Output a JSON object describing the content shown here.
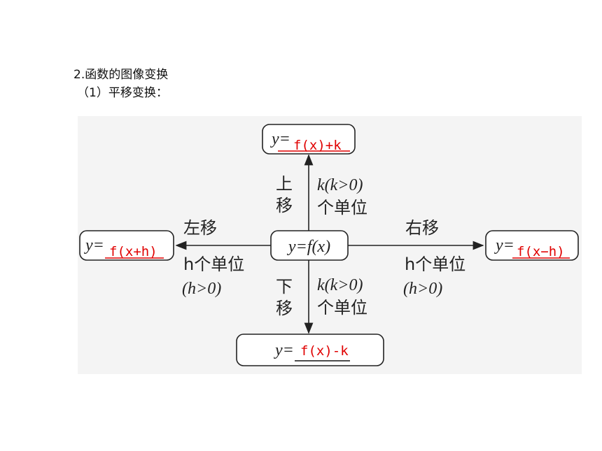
{
  "heading": "2.函数的图像变换",
  "subheading": "（1）平移变换：",
  "center": "y=f(x)",
  "prefix": "y=",
  "answers": {
    "up": "f(x)+k",
    "left": "f(x+h)",
    "right": "f(x−h)",
    "down": "f(x)-k"
  },
  "labels": {
    "up_dir": [
      "上",
      "移"
    ],
    "up_amount": "k(k>0)",
    "up_unit": "个单位",
    "down_dir": [
      "下",
      "移"
    ],
    "down_amount": "k(k>0)",
    "down_unit": "个单位",
    "left_dir": "左移",
    "left_amount": "h个单位",
    "left_cond": "(h>0)",
    "right_dir": "右移",
    "right_amount": "h个单位",
    "right_cond": "(h>0)"
  },
  "colors": {
    "answer": "#e00000",
    "line": "#222222",
    "panel": "#f4f4f4"
  }
}
